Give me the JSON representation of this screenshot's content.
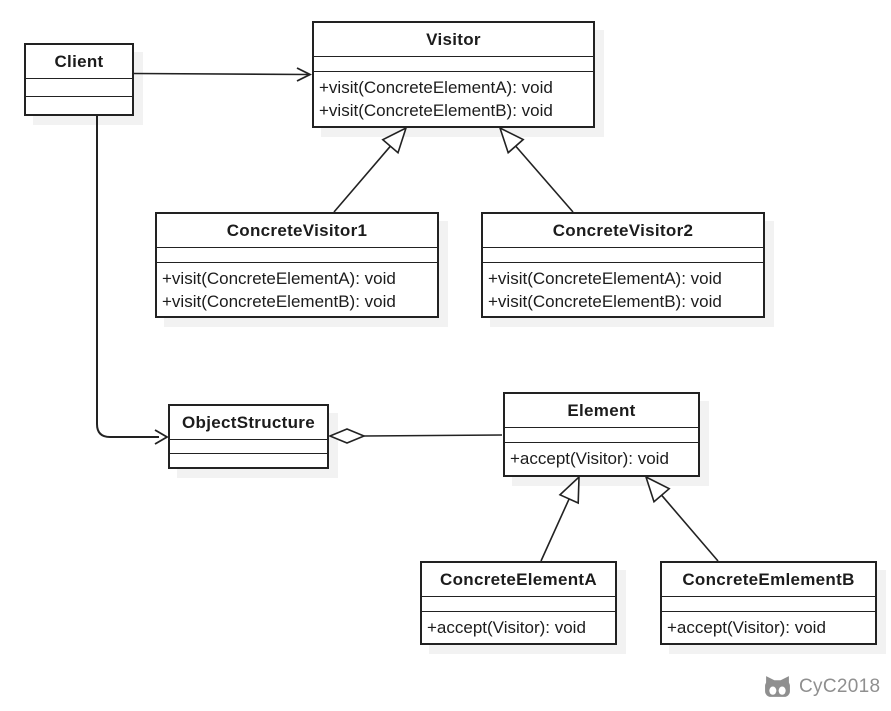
{
  "classes": {
    "client": {
      "name": "Client"
    },
    "visitor": {
      "name": "Visitor",
      "methods": [
        "+visit(ConcreteElementA): void",
        "+visit(ConcreteElementB): void"
      ]
    },
    "concrete_visitor_1": {
      "name": "ConcreteVisitor1",
      "methods": [
        "+visit(ConcreteElementA): void",
        "+visit(ConcreteElementB): void"
      ]
    },
    "concrete_visitor_2": {
      "name": "ConcreteVisitor2",
      "methods": [
        "+visit(ConcreteElementA): void",
        "+visit(ConcreteElementB): void"
      ]
    },
    "object_structure": {
      "name": "ObjectStructure"
    },
    "element": {
      "name": "Element",
      "methods": [
        "+accept(Visitor): void"
      ]
    },
    "concrete_element_a": {
      "name": "ConcreteElementA",
      "methods": [
        "+accept(Visitor): void"
      ]
    },
    "concrete_element_b": {
      "name": "ConcreteEmlementB",
      "methods": [
        "+accept(Visitor): void"
      ]
    }
  },
  "relationships": [
    {
      "from": "Client",
      "to": "Visitor",
      "type": "association-arrow"
    },
    {
      "from": "Client",
      "to": "ObjectStructure",
      "type": "association-arrow"
    },
    {
      "from": "ConcreteVisitor1",
      "to": "Visitor",
      "type": "generalization"
    },
    {
      "from": "ConcreteVisitor2",
      "to": "Visitor",
      "type": "generalization"
    },
    {
      "from": "ObjectStructure",
      "to": "Element",
      "type": "aggregation"
    },
    {
      "from": "ConcreteElementA",
      "to": "Element",
      "type": "generalization"
    },
    {
      "from": "ConcreteEmlementB",
      "to": "Element",
      "type": "generalization"
    }
  ],
  "watermark": {
    "label": "CyC2018",
    "icon": "github-cat-icon",
    "color": "#8f8f8f"
  },
  "colors": {
    "line": "#222222",
    "background": "#ffffff",
    "shadow": "#f2f2f2"
  }
}
